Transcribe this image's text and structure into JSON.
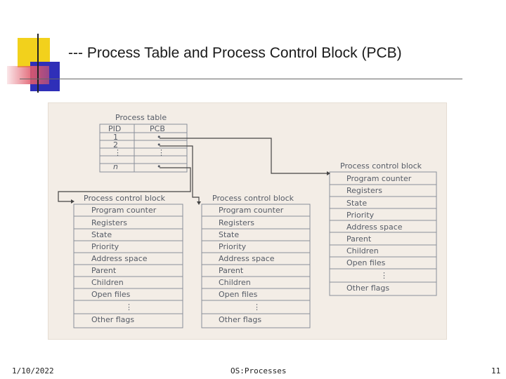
{
  "slide": {
    "title": "--- Process Table and Process Control Block (PCB)",
    "footer_left": "1/10/2022",
    "footer_center": "OS:Processes",
    "footer_right": "11"
  },
  "colors": {
    "accent_yellow": "#f2d11c",
    "accent_blue": "#2f2fb8",
    "accent_red": "#e05a6a",
    "figure_bg": "#f3ede6",
    "figure_text": "#555b66"
  },
  "process_table": {
    "title": "Process table",
    "headers": [
      "PID",
      "PCB"
    ],
    "pids": [
      "1",
      "2",
      "⋮",
      "n"
    ],
    "pcb_marks": [
      "•",
      "•",
      "⋮",
      "•"
    ]
  },
  "pcb_left": {
    "title": "Process control block",
    "fields": [
      "Program counter",
      "Registers",
      "State",
      "Priority",
      "Address space",
      "Parent",
      "Children",
      "Open files",
      "⋮",
      "Other flags"
    ]
  },
  "pcb_middle": {
    "title": "Process control block",
    "fields": [
      "Program counter",
      "Registers",
      "State",
      "Priority",
      "Address space",
      "Parent",
      "Children",
      "Open files",
      "⋮",
      "Other flags"
    ]
  },
  "pcb_right": {
    "title": "Process control block",
    "fields": [
      "Program counter",
      "Registers",
      "State",
      "Priority",
      "Address space",
      "Parent",
      "Children",
      "Open files",
      "⋮",
      "Other flags"
    ]
  }
}
